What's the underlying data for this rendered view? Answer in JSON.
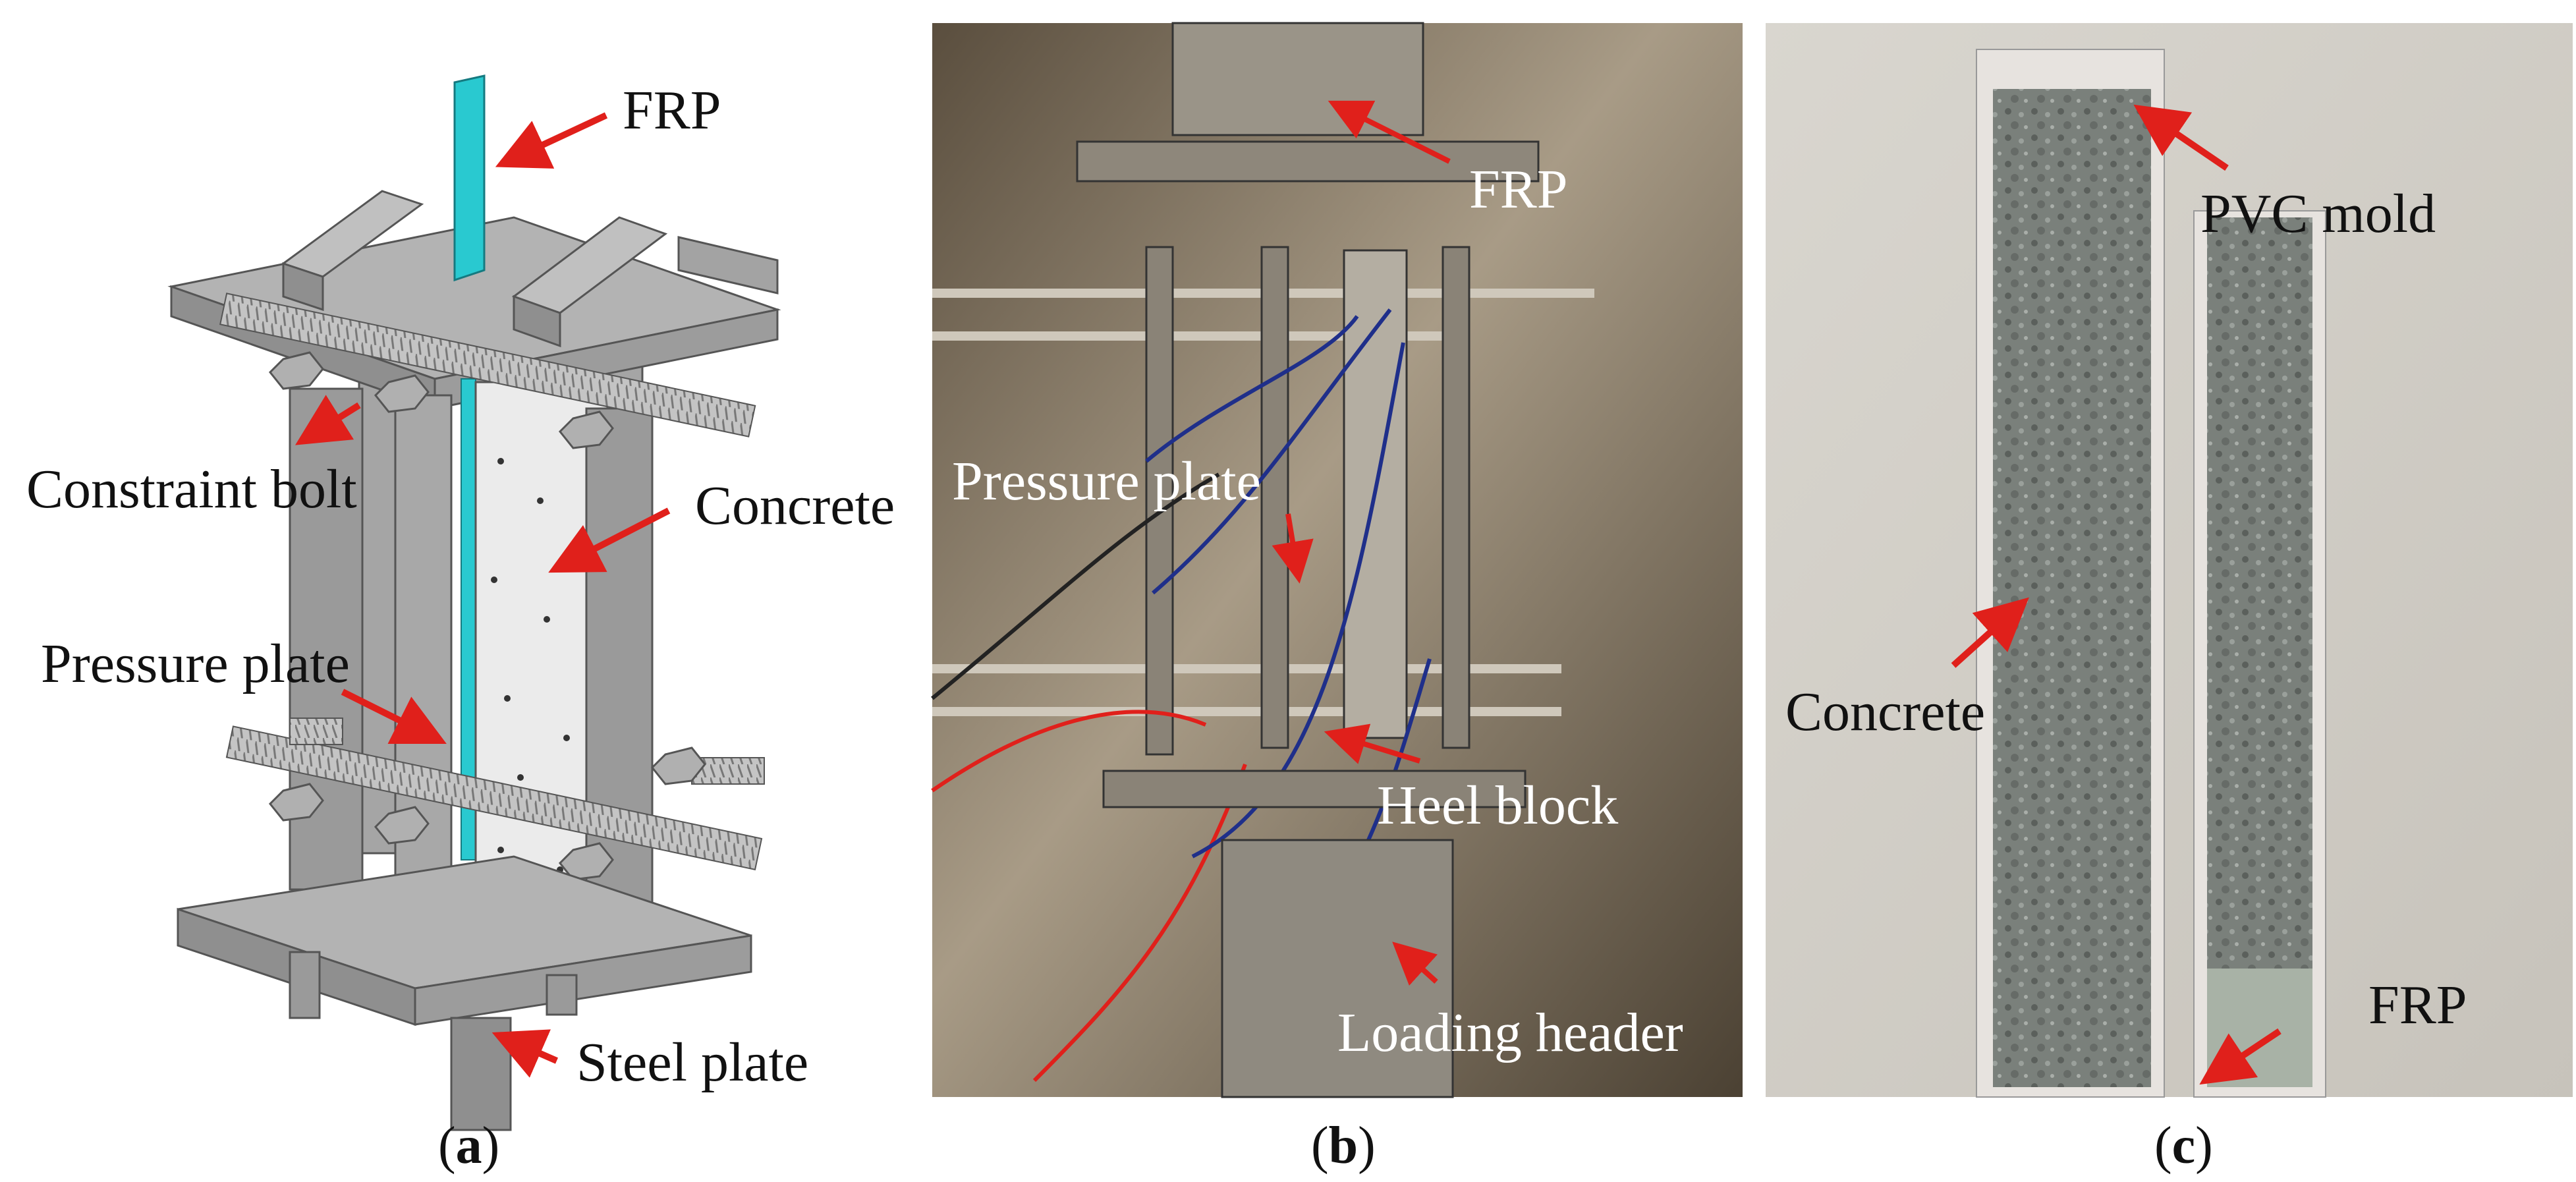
{
  "panel_a": {
    "labels": {
      "frp": "FRP",
      "constraint_bolt": "Constraint bolt",
      "concrete": "Concrete",
      "pressure_plate": "Pressure plate",
      "steel_plate": "Steel plate"
    },
    "caption": {
      "open": "(",
      "letter": "a",
      "close": ")"
    }
  },
  "panel_b": {
    "labels": {
      "frp": "FRP",
      "pressure_plate": "Pressure plate",
      "heel_block": "Heel block",
      "loading_header": "Loading header"
    },
    "caption": {
      "open": "(",
      "letter": "b",
      "close": ")"
    }
  },
  "panel_c": {
    "labels": {
      "pvc_mold": "PVC mold",
      "concrete": "Concrete",
      "frp": "FRP"
    },
    "caption": {
      "open": "(",
      "letter": "c",
      "close": ")"
    }
  },
  "colors": {
    "steel_top": "#b3b3b3",
    "steel_side": "#8f8f8f",
    "frp": "#29c9d0",
    "arrow": "#e0201b",
    "concrete_fill": "#ebebeb",
    "photo_bg": "#7d7262",
    "specimen": "#777d78"
  }
}
